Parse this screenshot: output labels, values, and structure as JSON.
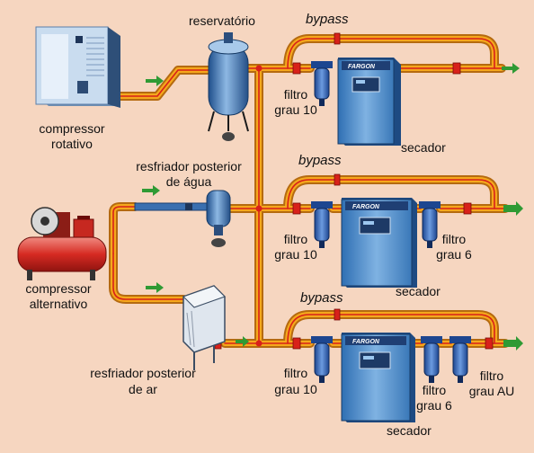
{
  "labels": {
    "reservatorio": "reservatório",
    "bypass": "bypass",
    "compressor_rotativo_1": "compressor",
    "compressor_rotativo_2": "rotativo",
    "filtro": "filtro",
    "grau_10": "grau 10",
    "grau_6": "grau 6",
    "grau_au": "grau AU",
    "secador": "secador",
    "resfriador_agua_1": "resfriador posterior",
    "resfriador_agua_2": "de água",
    "resfriador_ar_1": "resfriador posterior",
    "resfriador_ar_2": "de ar",
    "compressor_alternativo_1": "compressor",
    "compressor_alternativo_2": "alternativo"
  },
  "brand": "FARGON",
  "colors": {
    "background": "#f6d6c0",
    "pipe": "#f5a81c",
    "pipe_outline": "#b56a10",
    "red_line": "#d8211a",
    "flow_arrow": "#2f9a34",
    "equipment_blue": "#4a86c4",
    "filter_blue": "#2d5ea8"
  }
}
